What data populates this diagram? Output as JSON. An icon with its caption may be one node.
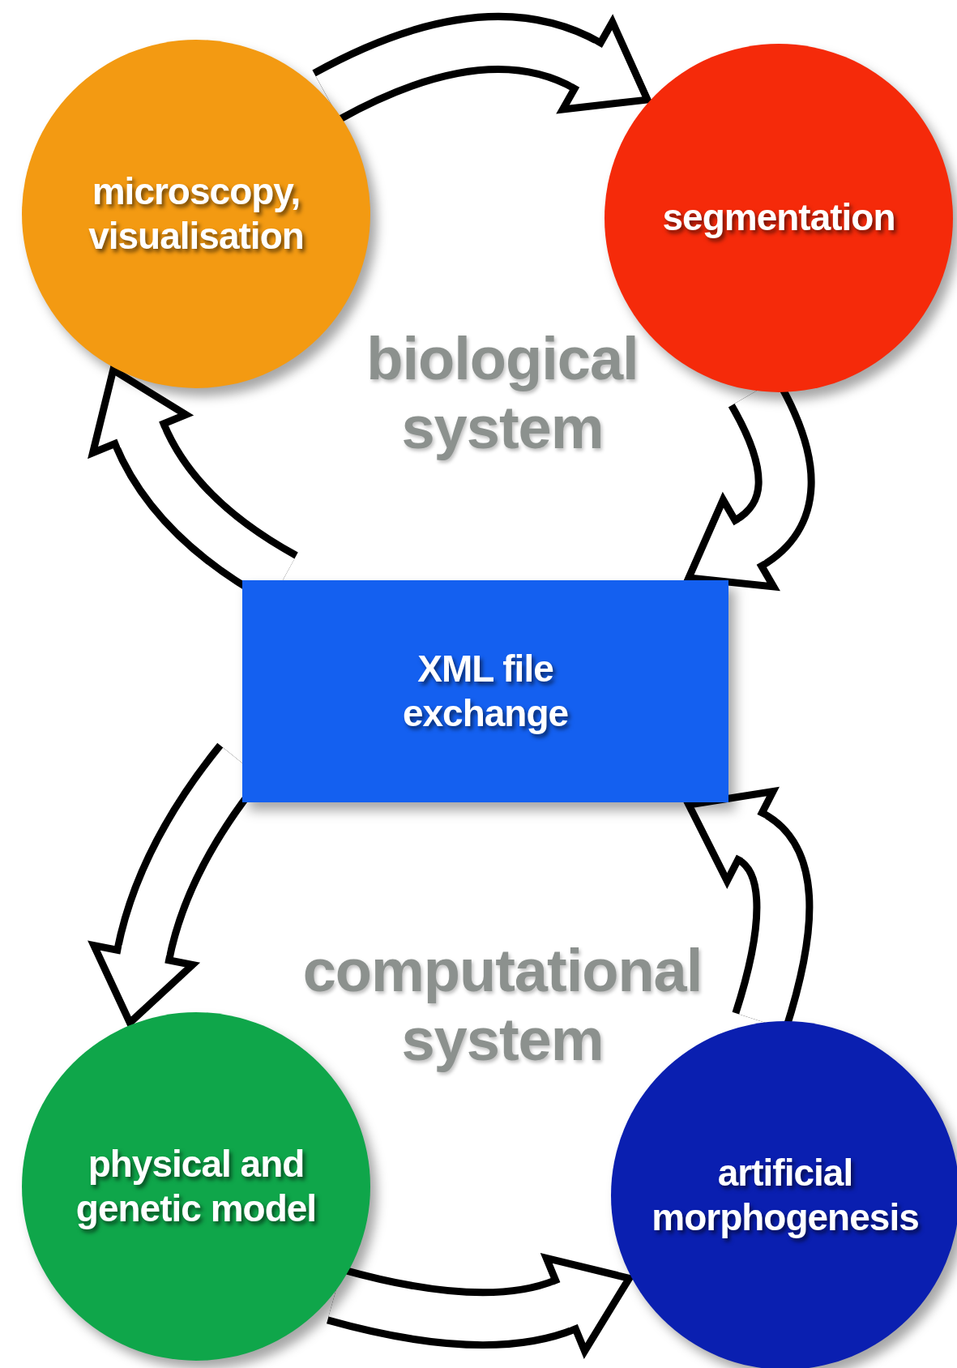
{
  "diagram": {
    "nodes": [
      {
        "text": [
          "microscopy, visualisation"
        ]
      },
      {
        "text": [
          "segmentation"
        ]
      },
      {
        "text": [
          "XML file exchange"
        ]
      },
      {
        "text": [
          "physical and genetic model"
        ]
      },
      {
        "text": [
          "artificial morphogenesis"
        ]
      }
    ],
    "edges": [
      {
        "from": 0,
        "to": 1,
        "arrow": "to"
      },
      {
        "from": 1,
        "to": 2,
        "arrow": "to"
      },
      {
        "from": 2,
        "to": 0,
        "arrow": "to"
      },
      {
        "from": 2,
        "to": 3,
        "arrow": "to"
      },
      {
        "from": 3,
        "to": 4,
        "arrow": "to"
      },
      {
        "from": 4,
        "to": 2,
        "arrow": "to"
      }
    ],
    "labels": [
      "biological system",
      "computational system"
    ]
  }
}
